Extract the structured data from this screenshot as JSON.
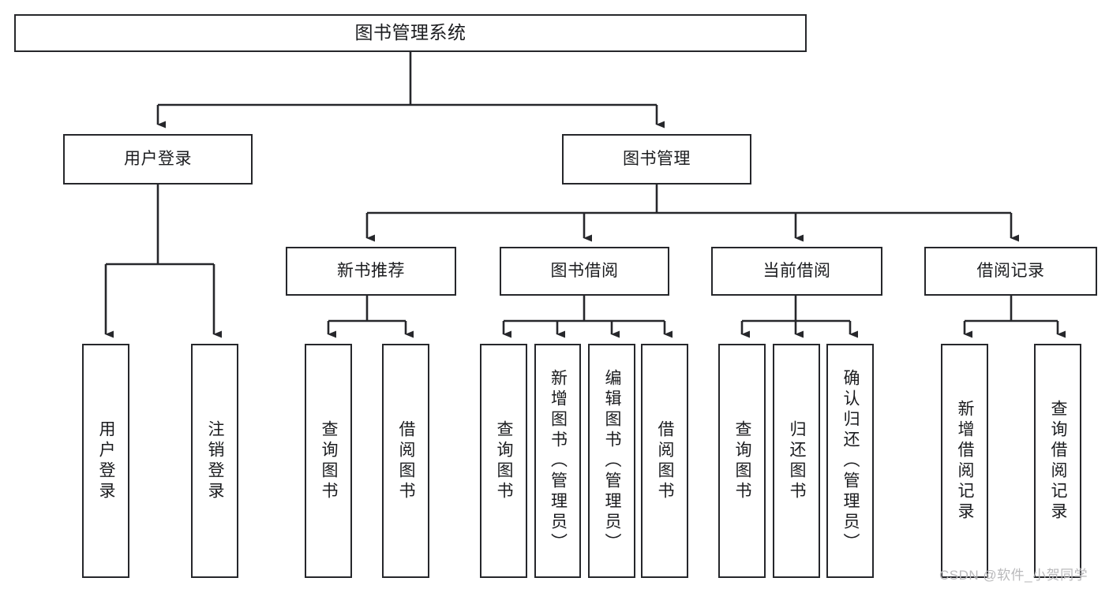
{
  "diagram": {
    "type": "tree-hierarchy-function-structure",
    "title": "图书管理系统",
    "levels": 4,
    "line_color": "#26272b",
    "box_border_color": "#26272b",
    "box_fill_color": "#ffffff",
    "text_color": "#1b1c1f",
    "background_color": "#ffffff"
  },
  "root": {
    "label": "图书管理系统"
  },
  "level2": [
    {
      "label": "用户登录"
    },
    {
      "label": "图书管理"
    }
  ],
  "level3": [
    {
      "label": "新书推荐"
    },
    {
      "label": "图书借阅"
    },
    {
      "label": "当前借阅"
    },
    {
      "label": "借阅记录"
    }
  ],
  "leaves": {
    "user_login": [
      {
        "label": "用户登录"
      },
      {
        "label": "注销登录"
      }
    ],
    "new_book_recommend": [
      {
        "label": "查询图书"
      },
      {
        "label": "借阅图书"
      }
    ],
    "book_borrow": [
      {
        "label": "查询图书"
      },
      {
        "label": "新增图书（管理员）"
      },
      {
        "label": "编辑图书（管理员）"
      },
      {
        "label": "借阅图书"
      }
    ],
    "current_borrow": [
      {
        "label": "查询图书"
      },
      {
        "label": "归还图书"
      },
      {
        "label": "确认归还（管理员）"
      }
    ],
    "borrow_record": [
      {
        "label": "新增借阅记录"
      },
      {
        "label": "查询借阅记录"
      }
    ]
  },
  "watermark": {
    "text": "CSDN @软件_小贺同学"
  }
}
